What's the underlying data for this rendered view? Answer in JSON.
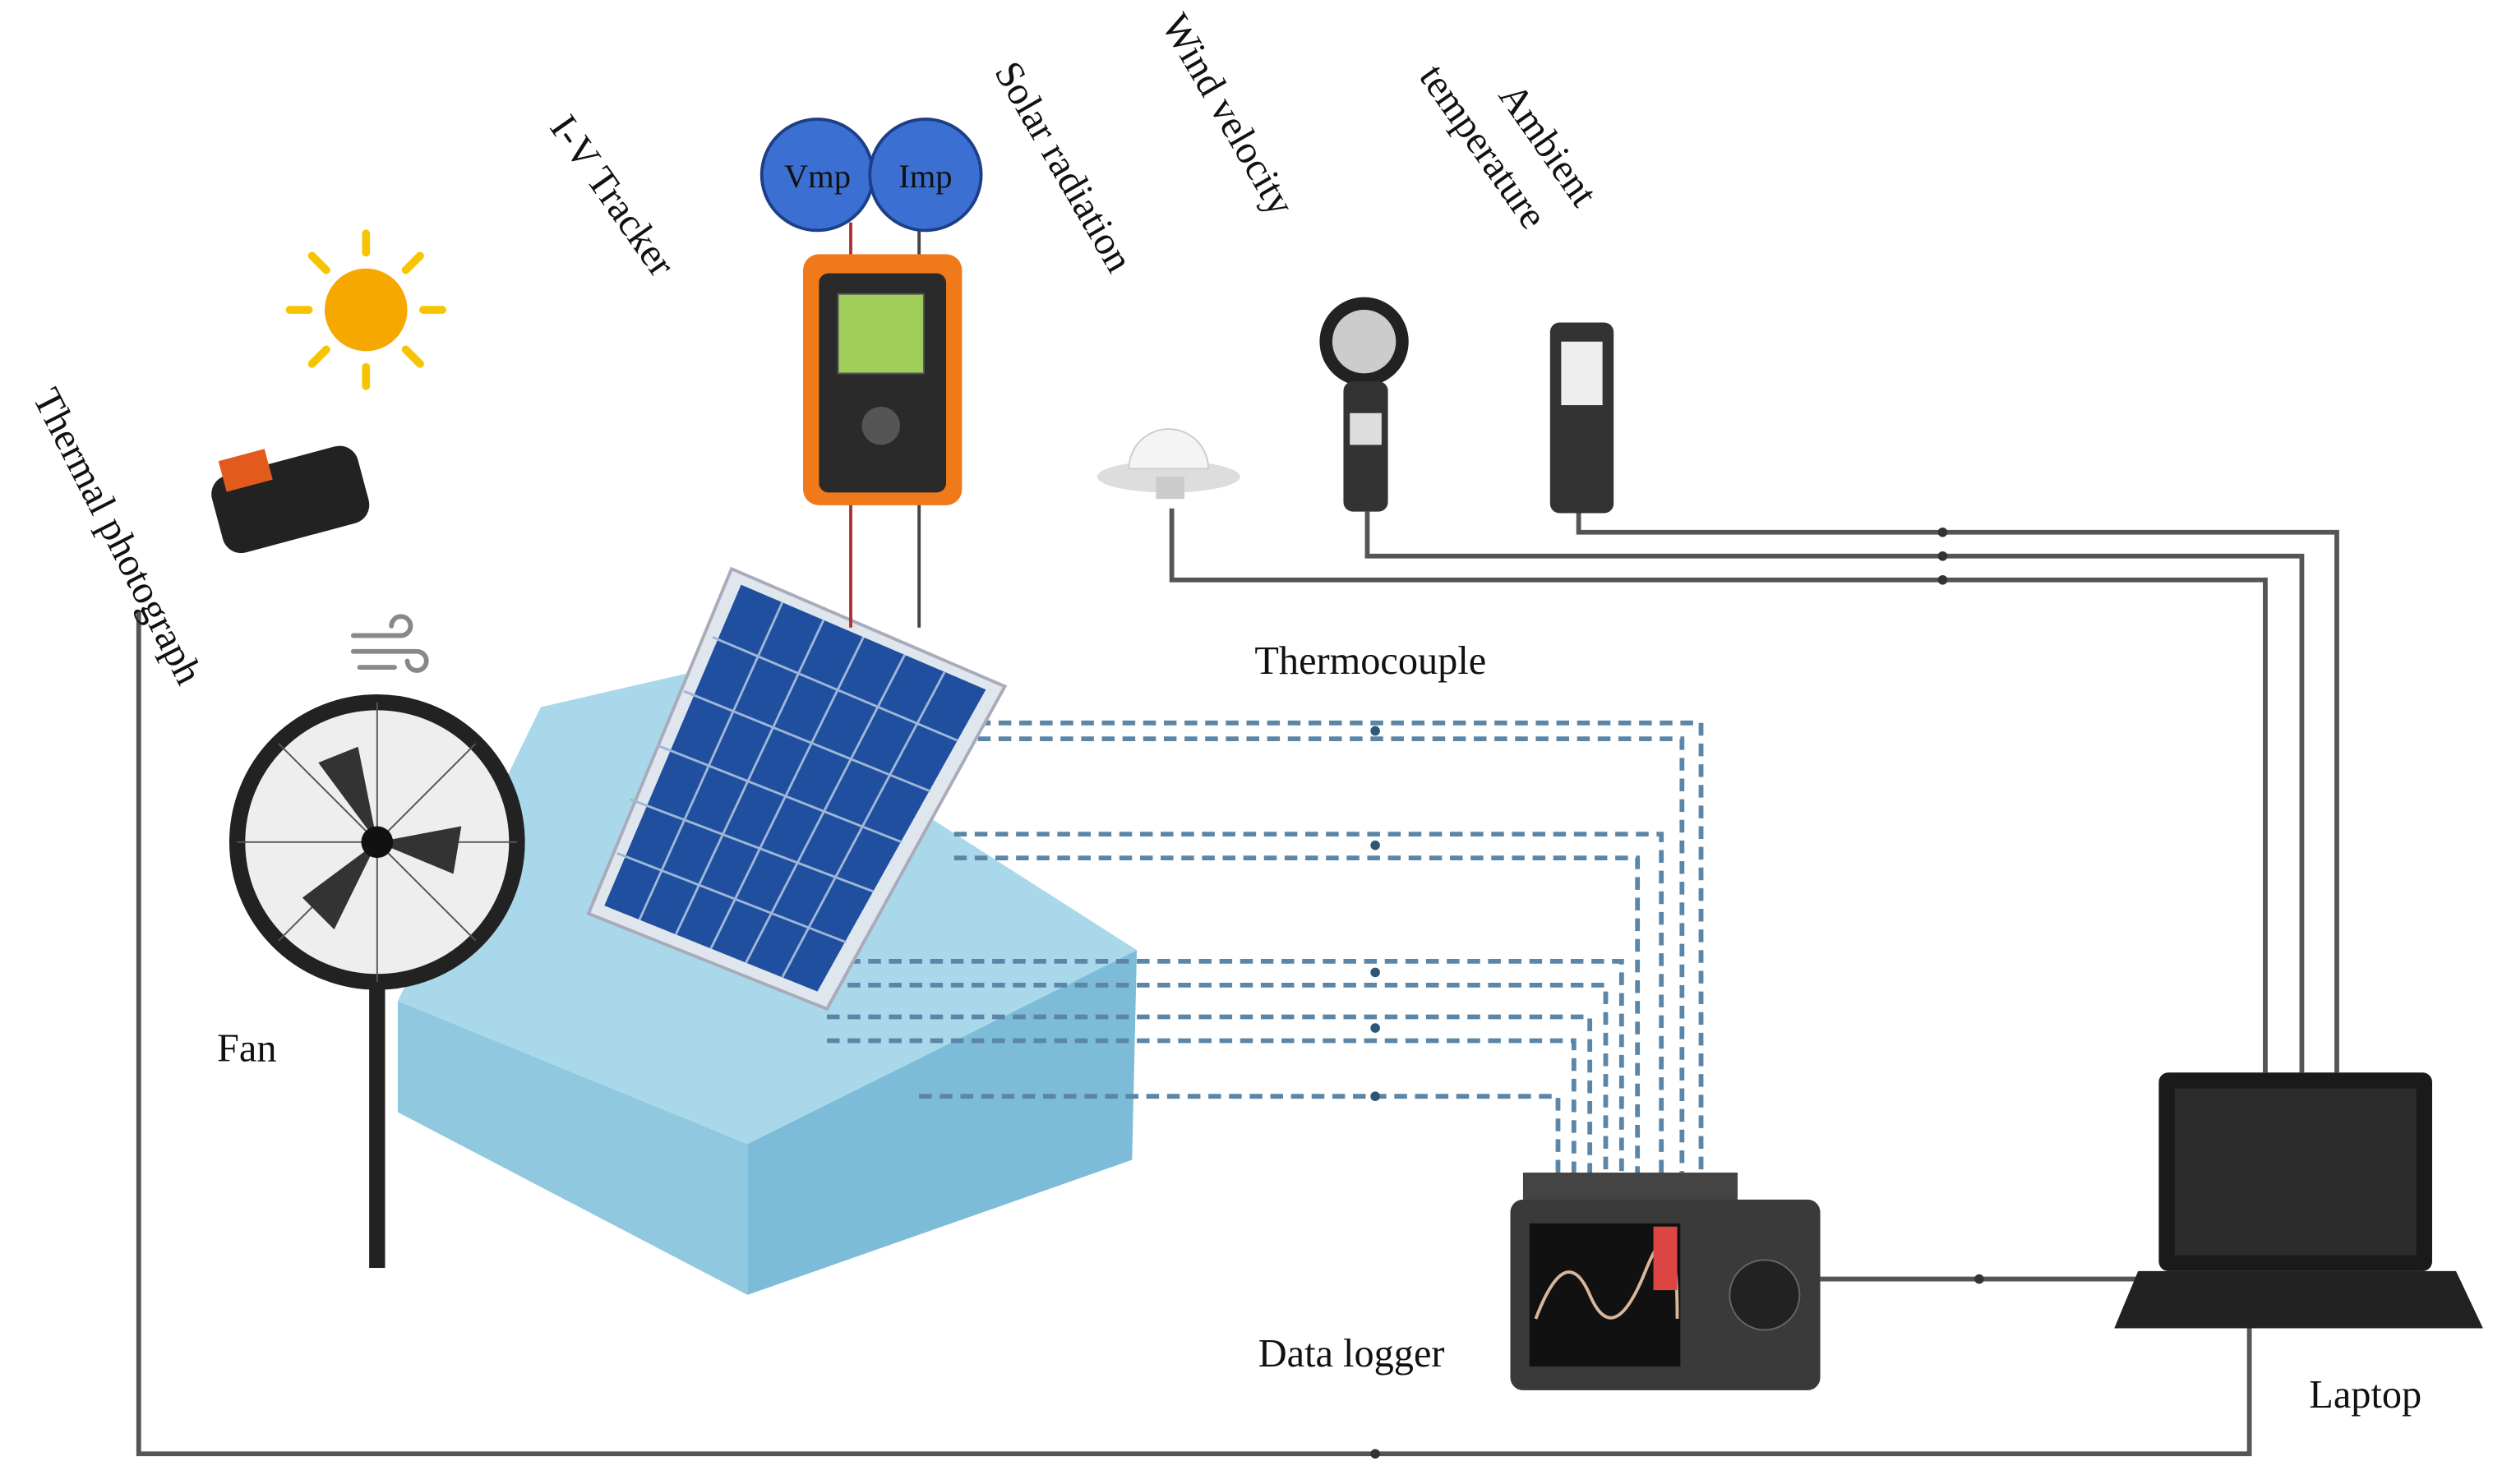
{
  "diagram": {
    "labels": {
      "thermal_photograph": "Thermal photograph",
      "iv_tracker": "I-V Tracker",
      "vmp": "Vmp",
      "imp": "Imp",
      "solar_radiation": "Solar radiation",
      "wind_velocity": "Wind velocity",
      "ambient_line1": "Ambient",
      "ambient_line2": "temperature",
      "thermocouple": "Thermocouple",
      "fan": "Fan",
      "data_logger": "Data logger",
      "laptop": "Laptop"
    },
    "colors": {
      "probe_circle": "#3b6fd1",
      "tracker_orange": "#f07a1a",
      "water_block": "#a9d8ea",
      "panel_blue": "#1f4f9e",
      "thermocouple_wire": "#5b86a8",
      "signal_wire": "#555555"
    }
  }
}
